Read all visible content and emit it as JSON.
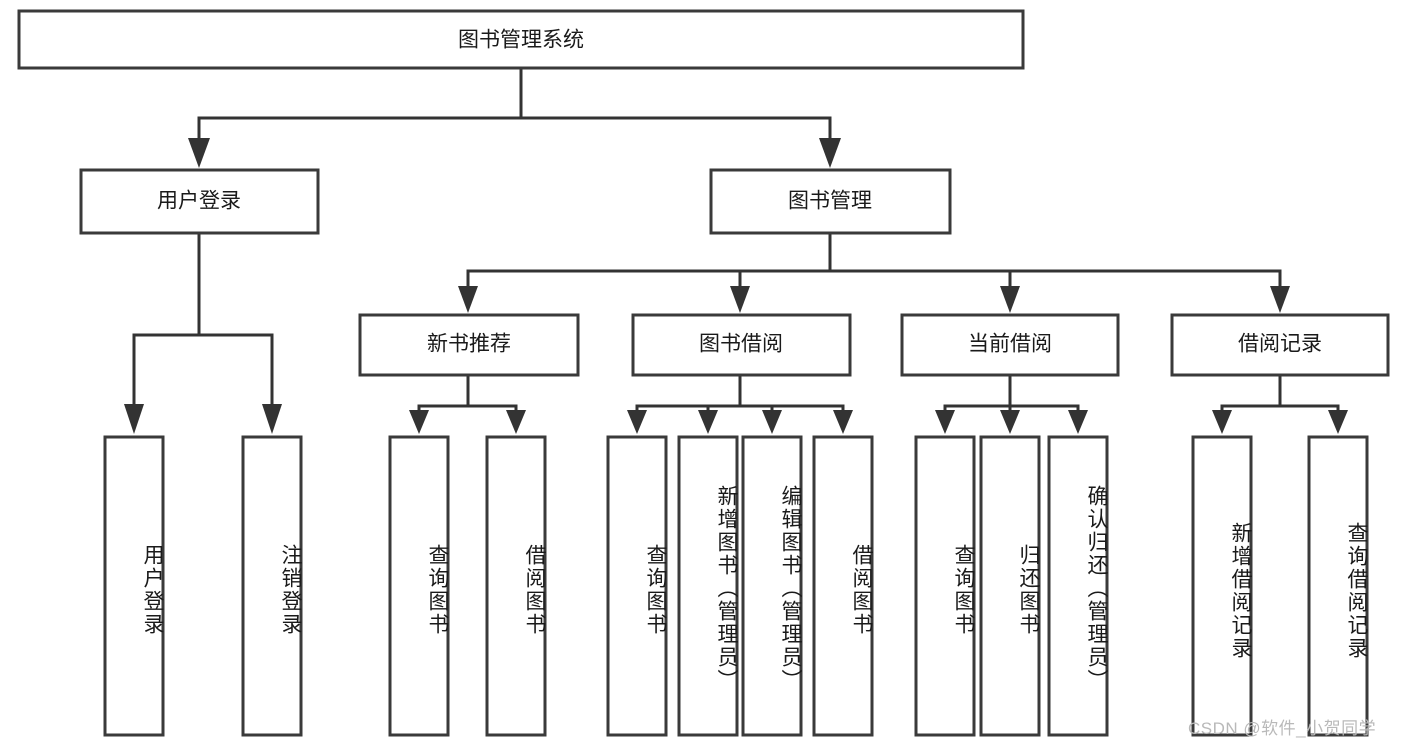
{
  "diagram": {
    "type": "tree-hierarchy",
    "title": "图书管理系统",
    "root": {
      "label": "图书管理系统"
    },
    "level1": [
      {
        "label": "用户登录"
      },
      {
        "label": "图书管理"
      }
    ],
    "level2": [
      {
        "label": "新书推荐"
      },
      {
        "label": "图书借阅"
      },
      {
        "label": "当前借阅"
      },
      {
        "label": "借阅记录"
      }
    ],
    "leaves": {
      "user_login": [
        {
          "label": "用户登录"
        },
        {
          "label": "注销登录"
        }
      ],
      "new_book_recommend": [
        {
          "label": "查询图书"
        },
        {
          "label": "借阅图书"
        }
      ],
      "book_borrow": [
        {
          "label": "查询图书"
        },
        {
          "label": "新增图书（管理员）"
        },
        {
          "label": "编辑图书（管理员）"
        },
        {
          "label": "借阅图书"
        }
      ],
      "current_borrow": [
        {
          "label": "查询图书"
        },
        {
          "label": "归还图书"
        },
        {
          "label": "确认归还（管理员）"
        }
      ],
      "borrow_record": [
        {
          "label": "新增借阅记录"
        },
        {
          "label": "查询借阅记录"
        }
      ]
    }
  },
  "watermark": {
    "text": "CSDN @软件_小贺同学"
  },
  "colors": {
    "box_stroke": "#3a3a3a",
    "connector": "#333333",
    "text": "#1a1a1a",
    "background": "#ffffff",
    "watermark": "#b9b9b9"
  }
}
